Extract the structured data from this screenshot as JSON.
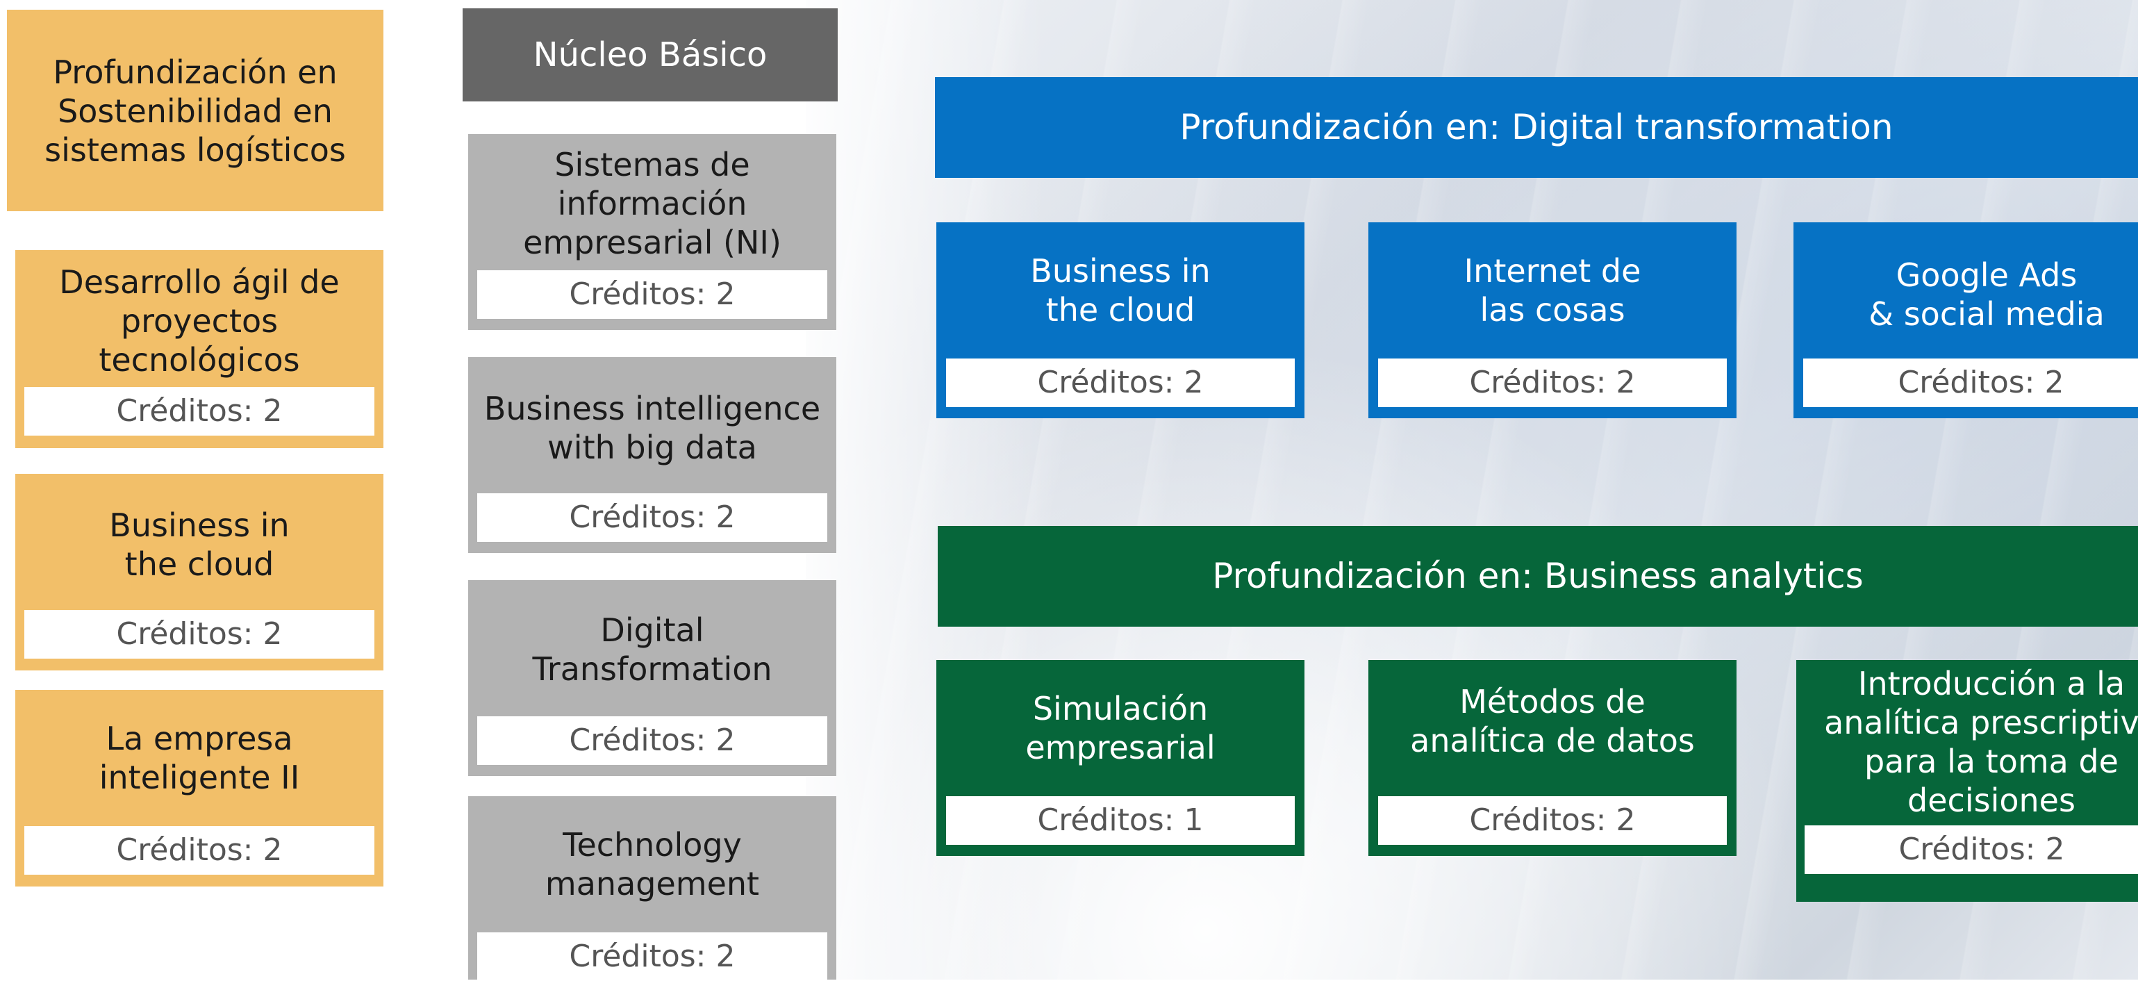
{
  "colors": {
    "orange": "#f2bf69",
    "grey": "#b3b3b3",
    "dark_grey": "#666666",
    "blue": "#0672c4",
    "green": "#06663a"
  },
  "orange_column": {
    "header": "Profundización en\nSostenibilidad en\nsistemas logísticos",
    "courses": [
      {
        "name": "Desarrollo ágil de\nproyectos\ntecnológicos",
        "credits": "Créditos: 2"
      },
      {
        "name": "Business in\nthe cloud",
        "credits": "Créditos: 2"
      },
      {
        "name": "La empresa\ninteligente II",
        "credits": "Créditos: 2"
      }
    ]
  },
  "grey_column": {
    "header": "Núcleo Básico",
    "courses": [
      {
        "name": "Sistemas de\ninformación\nempresarial (NI)",
        "credits": "Créditos: 2"
      },
      {
        "name": "Business intelligence\nwith big data",
        "credits": "Créditos: 2"
      },
      {
        "name": "Digital\nTransformation",
        "credits": "Créditos: 2"
      },
      {
        "name": "Technology\nmanagement",
        "credits": "Créditos: 2"
      }
    ]
  },
  "digital": {
    "header": "Profundización en: Digital transformation",
    "courses": [
      {
        "name": "Business in\nthe cloud",
        "credits": "Créditos: 2"
      },
      {
        "name": "Internet de\nlas cosas",
        "credits": "Créditos: 2"
      },
      {
        "name": "Google Ads\n& social media",
        "credits": "Créditos: 2"
      }
    ]
  },
  "analytics": {
    "header": "Profundización en: Business analytics",
    "courses": [
      {
        "name": "Simulación\nempresarial",
        "credits": "Créditos: 1"
      },
      {
        "name": "Métodos de\nanalítica de datos",
        "credits": "Créditos: 2"
      },
      {
        "name": "Introducción a la\nanalítica prescriptiva\npara la toma de\ndecisiones",
        "credits": "Créditos: 2"
      }
    ]
  }
}
